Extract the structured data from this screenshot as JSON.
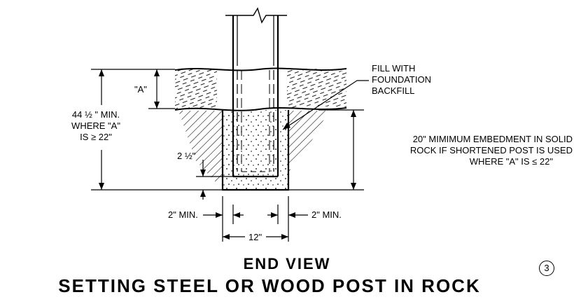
{
  "labels": {
    "a_dim": "\"A\"",
    "depth_line1": "44 ½ \" MIN.",
    "depth_line2": "WHERE \"A\"",
    "depth_line3": "IS ≥ 22\"",
    "fill_line1": "FILL WITH",
    "fill_line2": "FOUNDATION",
    "fill_line3": "BACKFILL",
    "embed_line1": "20\" MIMIMUM EMBEDMENT IN SOLID",
    "embed_line2": "ROCK IF SHORTENED POST IS USED",
    "embed_line3": "WHERE \"A\" IS ≤ 22\"",
    "bottom_clear": "2 ½\"",
    "min_left": "2\" MIN.",
    "min_right": "2\" MIN.",
    "width": "12\""
  },
  "title": {
    "view": "END VIEW",
    "main": "SETTING STEEL OR WOOD POST IN ROCK",
    "detail_number": "3"
  }
}
